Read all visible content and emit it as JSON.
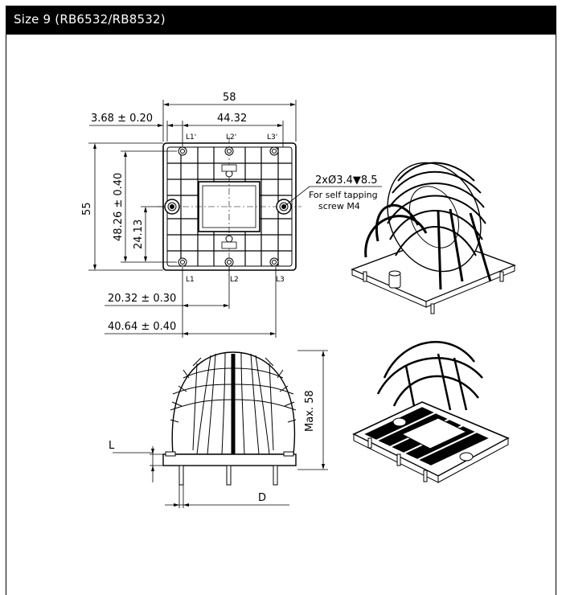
{
  "header": {
    "title": "Size 9 (RB6532/RB8532)"
  },
  "dimensions": {
    "width_overall": "58",
    "pin_spacing": "44.32",
    "edge_offset": "3.68 ± 0.20",
    "height_overall": "55",
    "hole_spacing": "48.26 ± 0.40",
    "half_hole": "24.13",
    "pitch_1": "20.32 ± 0.30",
    "pitch_2": "40.64 ± 0.40",
    "max_height": "Max. 58",
    "label_L": "L",
    "label_D": "D"
  },
  "terminals": {
    "top": [
      "L1'",
      "L2'",
      "L3'"
    ],
    "bottom": [
      "L1",
      "L2",
      "L3"
    ]
  },
  "hole_note": {
    "spec": "2xØ3.4▼8.5",
    "line1": "For self tapping",
    "line2": "screw M4"
  }
}
